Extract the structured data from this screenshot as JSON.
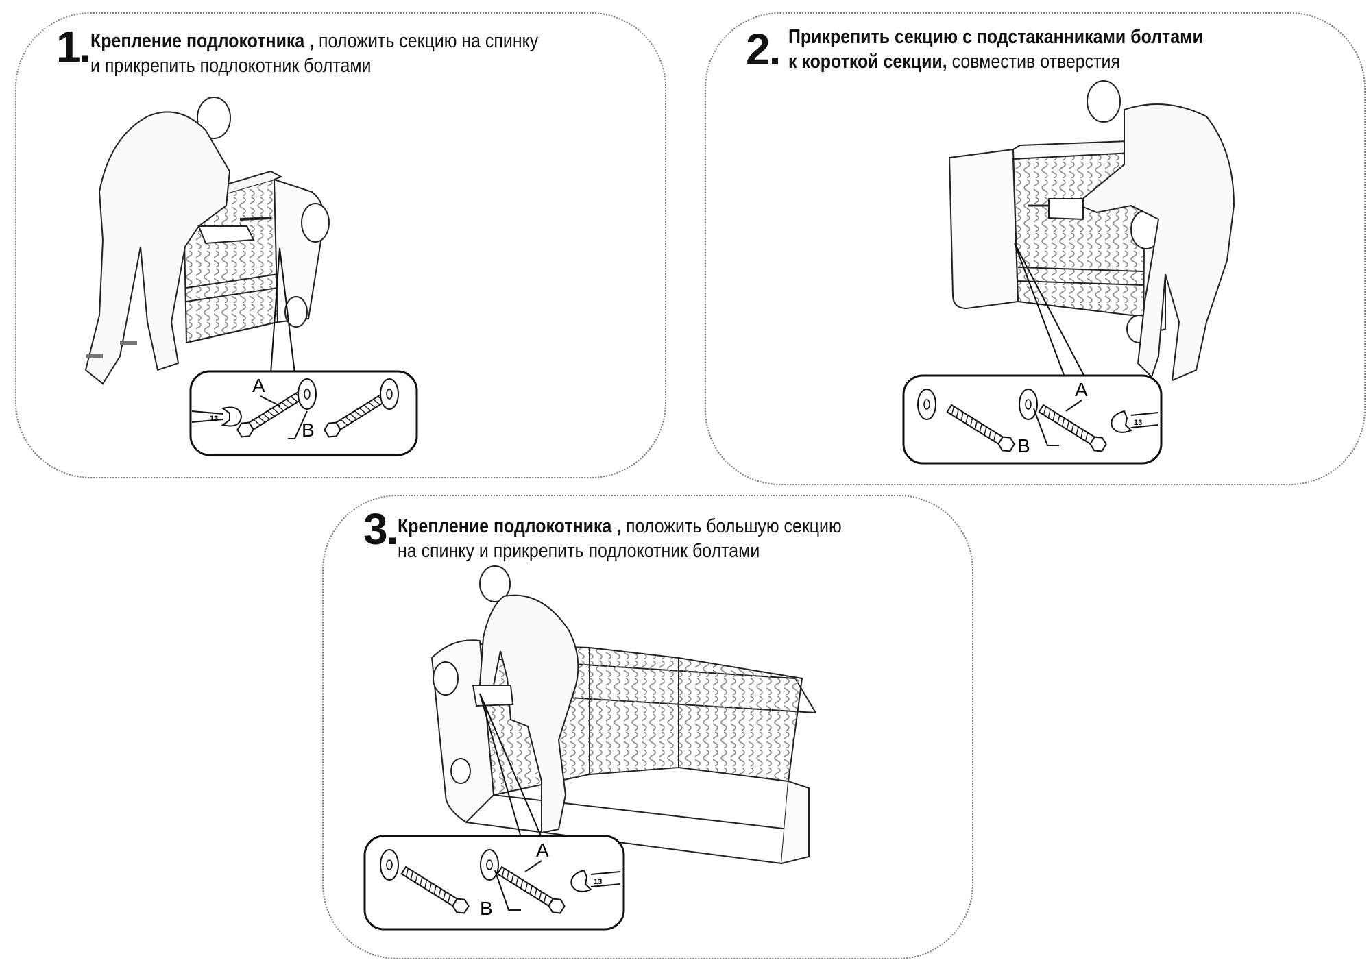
{
  "steps": [
    {
      "number": "1.",
      "bold": "Крепление подлокотника ,",
      "rest": " положить секцию на спинку",
      "line2": "и прикрепить подлокотник болтами",
      "labels": {
        "a": "A",
        "b": "B",
        "wrench": "13"
      }
    },
    {
      "number": "2.",
      "bold": "Прикрепить секцию с подстаканниками болтами",
      "bold2": "к короткой секции,",
      "rest2": " совместив отверстия",
      "labels": {
        "a": "A",
        "b": "B",
        "wrench": "13"
      }
    },
    {
      "number": "3.",
      "bold": "Крепление подлокотника ,",
      "rest": " положить большую секцию",
      "line2": "на спинку и прикрепить подлокотник болтами",
      "labels": {
        "a": "A",
        "b": "B",
        "wrench": "13"
      }
    }
  ],
  "icons": [
    "worker-illustration",
    "sofa-section-illustration",
    "bolt-icon",
    "washer-icon",
    "wrench-icon"
  ]
}
